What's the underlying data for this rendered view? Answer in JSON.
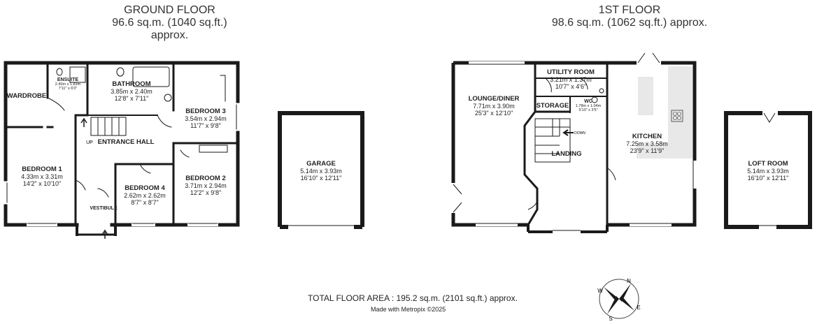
{
  "ground_floor": {
    "title": "GROUND FLOOR",
    "area": "96.6 sq.m. (1040 sq.ft.) approx.",
    "rooms": {
      "wardrobe": "WARDROBE",
      "ensuite": {
        "name": "ENSUITE",
        "metric": "2.40m x 1.83m",
        "imperial": "7'11\" x 6'0\""
      },
      "bathroom": {
        "name": "BATHROOM",
        "metric": "3.85m  x 2.40m",
        "imperial": "12'8\"  x 7'11\""
      },
      "bedroom3": {
        "name": "BEDROOM 3",
        "metric": "3.54m  x 2.94m",
        "imperial": "11'7\"  x 9'8\""
      },
      "entrance_hall": "ENTRANCE HALL",
      "up": "UP",
      "bedroom1": {
        "name": "BEDROOM 1",
        "metric": "4.33m  x 3.31m",
        "imperial": "14'2\"  x 10'10\""
      },
      "bedroom2": {
        "name": "BEDROOM 2",
        "metric": "3.71m  x 2.94m",
        "imperial": "12'2\"  x 9'8\""
      },
      "bedroom4": {
        "name": "BEDROOM 4",
        "metric": "2.62m  x 2.62m",
        "imperial": "8'7\"  x 8'7\""
      },
      "vestibule": "VESTIBULE"
    }
  },
  "garage": {
    "name": "GARAGE",
    "metric": "5.14m  x 3.93m",
    "imperial": "16'10\"  x 12'11\""
  },
  "first_floor": {
    "title": "1ST FLOOR",
    "area": "98.6 sq.m. (1062 sq.ft.) approx.",
    "rooms": {
      "lounge": {
        "name": "LOUNGE/DINER",
        "metric": "7.71m  x 3.90m",
        "imperial": "25'3\"  x 12'10\""
      },
      "utility": {
        "name": "UTILITY ROOM",
        "metric": "3.21m  x 1.37m",
        "imperial": "10'7\"  x 4'6\""
      },
      "storage": "STORAGE",
      "wc": {
        "name": "WC",
        "metric": "1.78m x 1.04m",
        "imperial": "5'10\" x 3'5\""
      },
      "down": "DOWN",
      "landing": "LANDING",
      "kitchen": {
        "name": "KITCHEN",
        "metric": "7.25m  x 3.58m",
        "imperial": "23'9\"  x 11'9\""
      }
    }
  },
  "loft": {
    "name": "LOFT ROOM",
    "metric": "5.14m  x 3.93m",
    "imperial": "16'10\"  x 12'11\""
  },
  "footer": {
    "total": "TOTAL FLOOR AREA : 195.2 sq.m. (2101 sq.ft.) approx.",
    "made_with": "Made with Metropix ©2025"
  },
  "compass": {
    "n": "N",
    "e": "E",
    "s": "S",
    "w": "W"
  }
}
